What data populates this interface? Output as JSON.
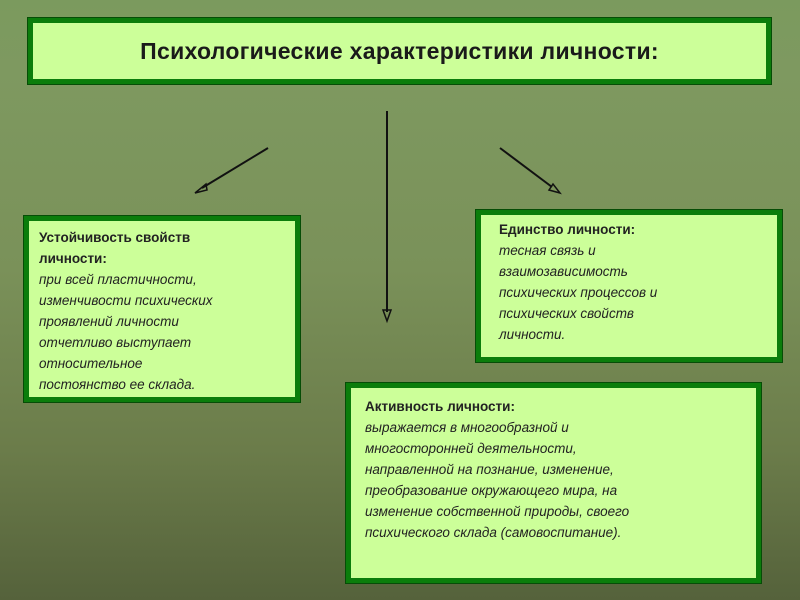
{
  "title": "Психологические характеристики личности:",
  "boxes": {
    "stability": {
      "heading_lines": [
        "Устойчивость свойств",
        "личности:"
      ],
      "body_lines": [
        "при всей пластичности,",
        "изменчивости психических",
        "проявлений личности",
        "отчетливо выступает",
        "относительное",
        "постоянство ее склада."
      ]
    },
    "unity": {
      "heading_lines": [
        "Единство личности:"
      ],
      "body_lines": [
        "тесная связь и",
        "взаимозависимость",
        "психических процессов и",
        "психических свойств",
        "личности."
      ]
    },
    "activity": {
      "heading_lines": [
        "Активность личности:"
      ],
      "body_lines": [
        "выражается в многообразной и",
        "многосторонней деятельности,",
        "направленной на познание, изменение,",
        "преобразование окружающего мира, на",
        "изменение собственной природы, своего",
        "психического склада (самовоспитание)."
      ]
    }
  },
  "colors": {
    "box_fill": "#ccff99",
    "box_border": "#0b7d0b",
    "arrow": "#111111"
  }
}
